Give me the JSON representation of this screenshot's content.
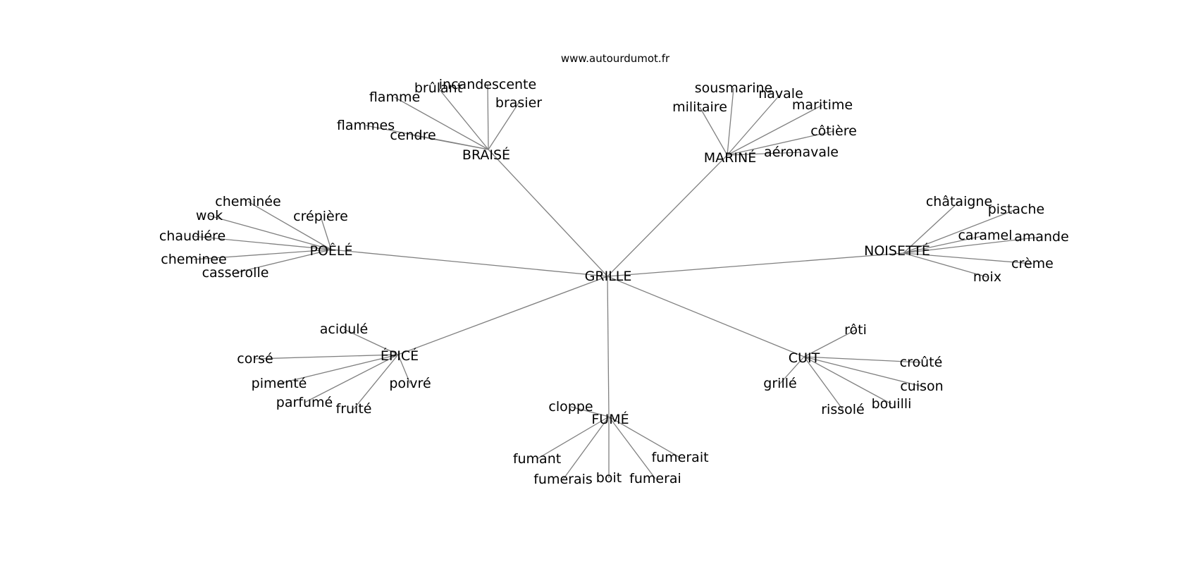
{
  "source": "www.autourdumot.fr",
  "center": "GRILLE",
  "groups": [
    {
      "id": "braise",
      "label": "BRAISÉ",
      "leaves": [
        "flammes",
        "cendre",
        "flamme",
        "brûlant",
        "incandescente",
        "brasier"
      ]
    },
    {
      "id": "marine",
      "label": "MARINÉ",
      "leaves": [
        "militaire",
        "sousmarine",
        "navale",
        "maritime",
        "côtière",
        "aéronavale"
      ]
    },
    {
      "id": "poele",
      "label": "POÊLÉ",
      "leaves": [
        "cheminée",
        "wok",
        "crépière",
        "chaudiére",
        "cheminee",
        "casserolle"
      ]
    },
    {
      "id": "noisette",
      "label": "NOISETTÉ",
      "leaves": [
        "châtaigne",
        "pistache",
        "caramel",
        "amande",
        "crème",
        "noix"
      ]
    },
    {
      "id": "epice",
      "label": "ÉPICÉ",
      "leaves": [
        "acidulé",
        "corsé",
        "pimenté",
        "parfumé",
        "fruité",
        "poivré"
      ]
    },
    {
      "id": "cuit",
      "label": "CUIT",
      "leaves": [
        "rôti",
        "croûté",
        "cuison",
        "bouilli",
        "rissolé",
        "grillé"
      ]
    },
    {
      "id": "fume",
      "label": "FUMÉ",
      "leaves": [
        "cloppe",
        "fumant",
        "fumerais",
        "boit",
        "fumerai",
        "fumerait"
      ]
    }
  ]
}
